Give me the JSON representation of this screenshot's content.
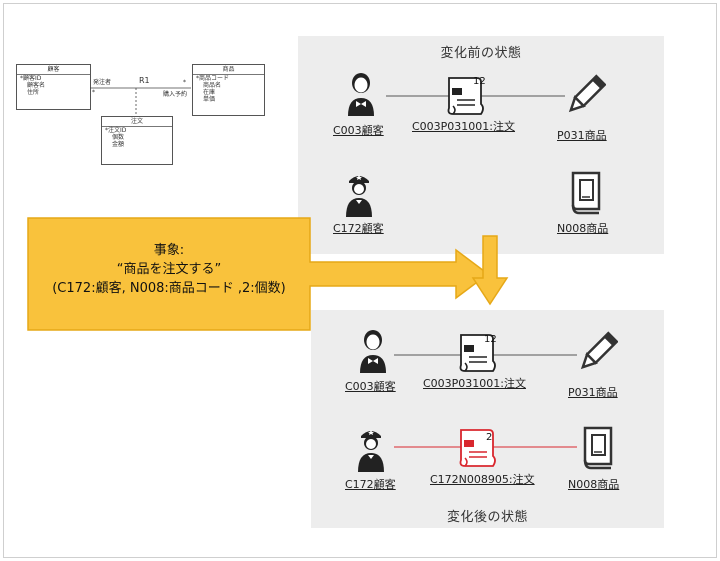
{
  "er_diagram": {
    "customer": {
      "title": "顧客",
      "attrs": [
        "*顧客ID",
        "顧客名",
        "住所"
      ]
    },
    "product": {
      "title": "商品",
      "attrs": [
        "*商品コード",
        "商品名",
        "在庫",
        "単価"
      ]
    },
    "order": {
      "title": "注文",
      "attrs": [
        "*注文ID",
        "個数",
        "金額"
      ]
    },
    "relation_name": "R1",
    "role_left": "発注者",
    "role_right": "購入予約",
    "mult_left": "*",
    "mult_right": "*"
  },
  "event": {
    "line1": "事象:",
    "line2": "“商品を注文する”",
    "line3": "(C172:顧客, N008:商品コード ,2:個数)",
    "color": "#f9c23c"
  },
  "before": {
    "title": "変化前の状態",
    "c003": "C003顧客",
    "order": "C003P031001:注文",
    "order_qty": "12",
    "p031": "P031商品",
    "c172": "C172顧客",
    "n008": "N008商品"
  },
  "after": {
    "title": "変化後の状態",
    "c003": "C003顧客",
    "order": "C003P031001:注文",
    "order_qty": "12",
    "p031": "P031商品",
    "c172": "C172顧客",
    "order_new": "C172N008905:注文",
    "order_new_qty": "2",
    "n008": "N008商品",
    "highlight_color": "#d9272e"
  },
  "icons": [
    "person-bowtie-icon",
    "order-scroll-icon",
    "pencil-icon",
    "person-guard-icon",
    "book-icon",
    "arrow-down-icon"
  ]
}
